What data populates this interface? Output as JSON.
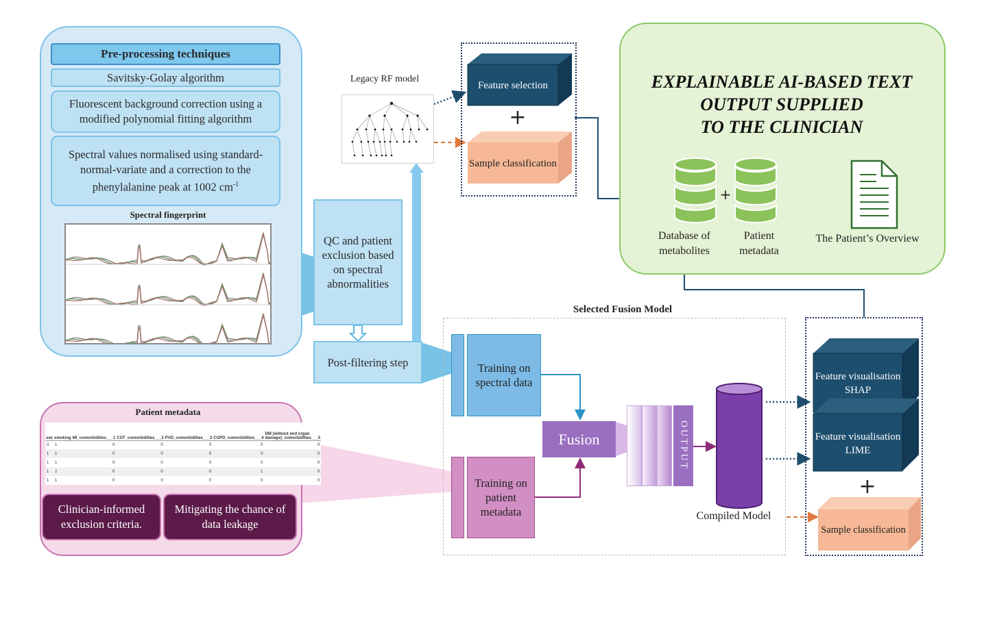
{
  "preprocessing": {
    "title": "Pre-processing techniques",
    "step1": "Savitsky-Golay algorithm",
    "step2": "Fluorescent background correction using a modified polynomial fitting algorithm",
    "step3": "Spectral values normalised using standard-normal-variate and a correction to the phenylalanine peak at 1002 cm",
    "step3_superscript": "-1",
    "fingerprint_title": "Spectral fingerprint"
  },
  "qc": {
    "text": "QC and patient exclusion based on spectral abnormalities",
    "post_filter": "Post-filtering step"
  },
  "legacy": {
    "label": "Legacy RF model",
    "feature_selection": "Feature selection",
    "plus": "+",
    "sample_classification": "Sample classification"
  },
  "clinician": {
    "title_line1": "EXPLAINABLE AI-BASED TEXT",
    "title_line2": "OUTPUT SUPPLIED",
    "title_line3": "TO THE CLINICIAN",
    "db_label": "Database of metabolites",
    "plus": "+",
    "patient_metadata_label": "Patient metadata",
    "overview_label": "The Patient’s Overview"
  },
  "fusion": {
    "title": "Selected Fusion Model",
    "training_spectral": "Training on spectral data",
    "training_metadata": "Training on patient metadata",
    "fusion_label": "Fusion",
    "output_label": "OUTPUT",
    "compiled_label": "Compiled Model"
  },
  "explain": {
    "shap": "Feature visualisation SHAP",
    "lime": "Feature visualisation LIME",
    "plus": "+",
    "sample_classification": "Sample classification"
  },
  "metadata": {
    "title": "Patient metadata",
    "headers": [
      "sex",
      "smoking",
      "MI_comorbidities___1",
      "CCF_comorbidities___2",
      "PVD_comorbidities___3",
      "COPD_comorbidities___4",
      "DM (without end organ damage)_comorbidities___5"
    ],
    "rows": [
      [
        "0",
        "1",
        "0",
        "0",
        "0",
        "0",
        "0"
      ],
      [
        "1",
        "1",
        "0",
        "0",
        "0",
        "0",
        "0"
      ],
      [
        "1",
        "1",
        "0",
        "0",
        "0",
        "0",
        "0"
      ],
      [
        "1",
        "2",
        "0",
        "0",
        "0",
        "1",
        "0"
      ],
      [
        "1",
        "1",
        "0",
        "0",
        "0",
        "0",
        "0"
      ]
    ],
    "criteria1": "Clinician-informed exclusion criteria.",
    "criteria2": "Mitigating the chance of data leakage"
  },
  "colors": {
    "light_blue": "#bfe1f4",
    "navy": "#1d4e6e",
    "peach": "#f6b896",
    "green_panel": "#e4f2d5",
    "purple": "#9b6fc0",
    "magenta": "#c86faf",
    "dark_plum": "#5b1a48"
  }
}
